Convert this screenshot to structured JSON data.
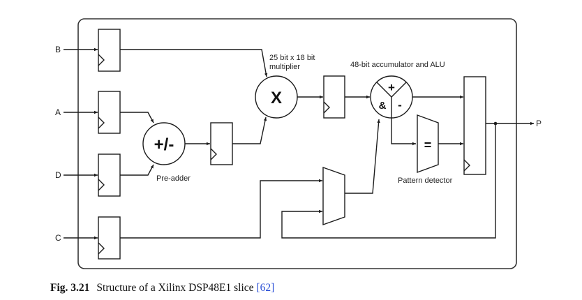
{
  "inputs": {
    "b": "B",
    "a": "A",
    "d": "D",
    "c": "C"
  },
  "output": "P",
  "operators": {
    "preadder": "+/-",
    "multiplier": "X",
    "alu_plus": "+",
    "alu_and": "&",
    "alu_minus": "-",
    "pattern": "="
  },
  "labels": {
    "multiplier_line1": "25 bit x 18 bit",
    "multiplier_line2": "multiplier",
    "alu": "48-bit accumulator and ALU",
    "preadder": "Pre-adder",
    "pattern_detector": "Pattern detector"
  },
  "caption": {
    "figure": "Fig. 3.21",
    "text": "Structure of a Xilinx DSP48E1 slice ",
    "ref": "[62]"
  }
}
